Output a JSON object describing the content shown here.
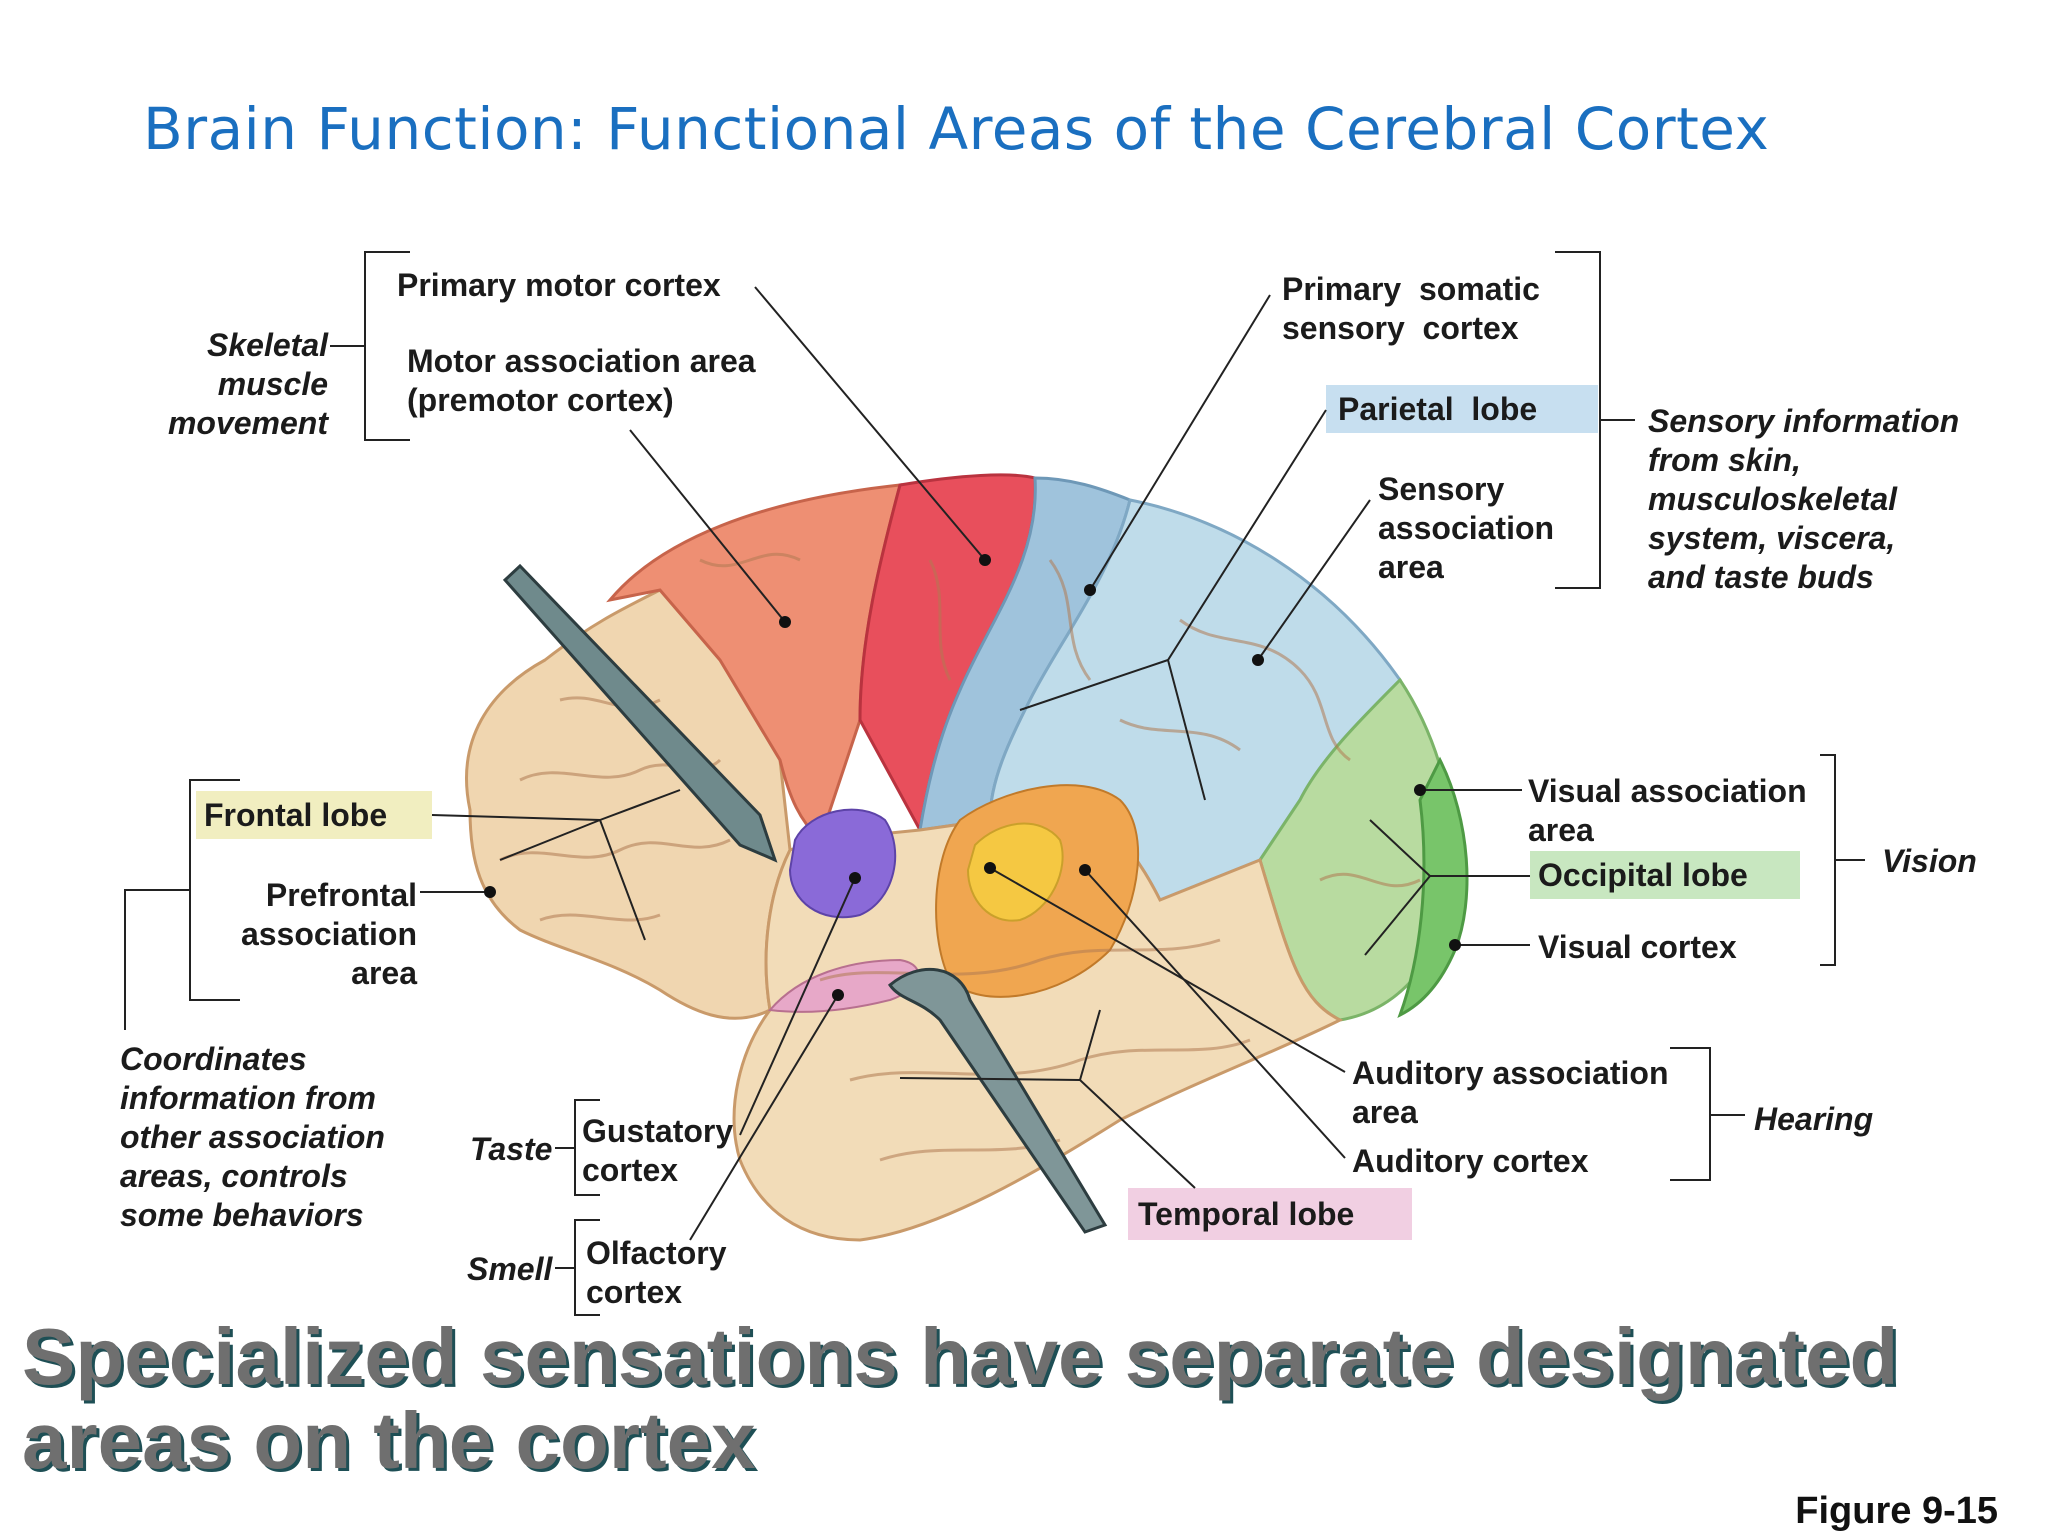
{
  "title": "Brain Function:  Functional Areas of the Cerebral Cortex",
  "labels": {
    "primary_motor_cortex": "Primary motor cortex",
    "motor_association_area": "Motor association area\n(premotor cortex)",
    "skeletal_muscle_movement": "Skeletal\nmuscle\nmovement",
    "primary_somatic_sensory_cortex": "Primary  somatic\nsensory  cortex",
    "parietal_lobe": "Parietal  lobe",
    "sensory_association_area": "Sensory\nassociation\narea",
    "sensory_information": "Sensory information\nfrom skin,\nmusculoskeletal\nsystem, viscera,\nand taste buds",
    "frontal_lobe": "Frontal lobe",
    "prefrontal_association_area": "Prefrontal\nassociation\narea",
    "coordinates_information": "Coordinates\ninformation from\nother association\nareas, controls\nsome behaviors",
    "taste": "Taste",
    "gustatory_cortex": "Gustatory\ncortex",
    "smell": "Smell",
    "olfactory_cortex": "Olfactory\ncortex",
    "visual_association_area": "Visual association\narea",
    "occipital_lobe": "Occipital lobe",
    "visual_cortex": "Visual cortex",
    "vision": "Vision",
    "auditory_association_area": "Auditory association\narea",
    "auditory_cortex": "Auditory cortex",
    "hearing": "Hearing",
    "temporal_lobe": "Temporal lobe"
  },
  "caption": "Specialized sensations have separate designated\nareas on the cortex",
  "figure": "Figure 9-15",
  "colors": {
    "title": "#1a6fc0",
    "frontal_highlight": "#f1eec0",
    "parietal_highlight": "#c7dff0",
    "occipital_highlight": "#c8e7c0",
    "temporal_highlight": "#f1cfe2",
    "prefrontal": "#f0d6b0",
    "premotor": "#ee8f73",
    "primary_motor": "#e84f5c",
    "somatic_sensory": "#9fc3dc",
    "sensory_association": "#bfdcea",
    "visual_association": "#b8dba0",
    "visual_cortex": "#78c56a",
    "auditory_association": "#f0a650",
    "auditory_cortex": "#f5c842",
    "gustatory": "#8a6ad8",
    "olfactory": "#e7a8c8",
    "temporal": "#f2dcb8"
  }
}
